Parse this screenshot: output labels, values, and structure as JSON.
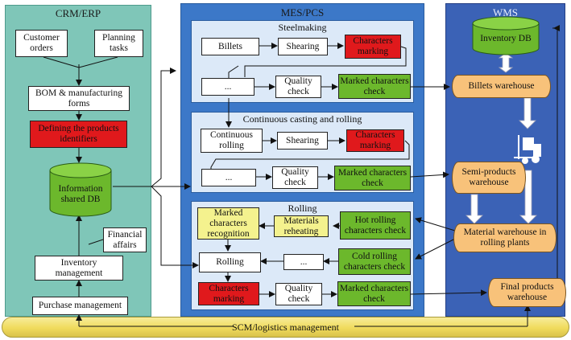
{
  "panels": {
    "crm": "CRM/ERP",
    "mes": "MES/PCS",
    "wms": "WMS"
  },
  "crm": {
    "customer_orders": "Customer orders",
    "planning_tasks": "Planning tasks",
    "bom": "BOM & manufacturing forms",
    "defining": "Defining the products identifiers",
    "info_db": "Information shared DB",
    "financial": "Financial affairs",
    "inventory_mgmt": "Inventory management",
    "purchase": "Purchase management"
  },
  "steelmaking": {
    "title": "Steelmaking",
    "billets": "Billets",
    "shearing": "Shearing",
    "characters_marking": "Characters marking",
    "ellipsis": "...",
    "quality_check": "Quality check",
    "marked_check": "Marked characters check"
  },
  "casting": {
    "title": "Continuous casting and rolling",
    "continuous_rolling": "Continuous rolling",
    "shearing": "Shearing",
    "characters_marking": "Characters marking",
    "ellipsis": "...",
    "quality_check": "Quality check",
    "marked_check": "Marked characters check"
  },
  "rolling": {
    "title": "Rolling",
    "recognition": "Marked characters recognition",
    "reheating": "Materials reheating",
    "hot_check": "Hot rolling characters check",
    "rolling": "Rolling",
    "ellipsis": "...",
    "cold_check": "Cold rolling characters check",
    "characters_marking": "Characters marking",
    "quality_check": "Quality check",
    "marked_check": "Marked characters check"
  },
  "wms": {
    "inventory_db": "Inventory DB",
    "billets_wh": "Billets warehouse",
    "semi_wh": "Semi-products warehouse",
    "material_wh": "Material warehouse in rolling plants",
    "final_wh": "Final products warehouse"
  },
  "bottom_bar": "SCM/logistics management",
  "colors": {
    "crm_panel": "#7fc6b8",
    "mes_panel": "#3c78c8",
    "wms_panel": "#3b62b6",
    "red_box": "#e0191c",
    "green_box": "#6cb82c",
    "yellow_box": "#f4f28e",
    "orange_cylinder": "#f8c27a",
    "green_db": "#6cb82c",
    "bottom_bar": "#f2e37a"
  }
}
